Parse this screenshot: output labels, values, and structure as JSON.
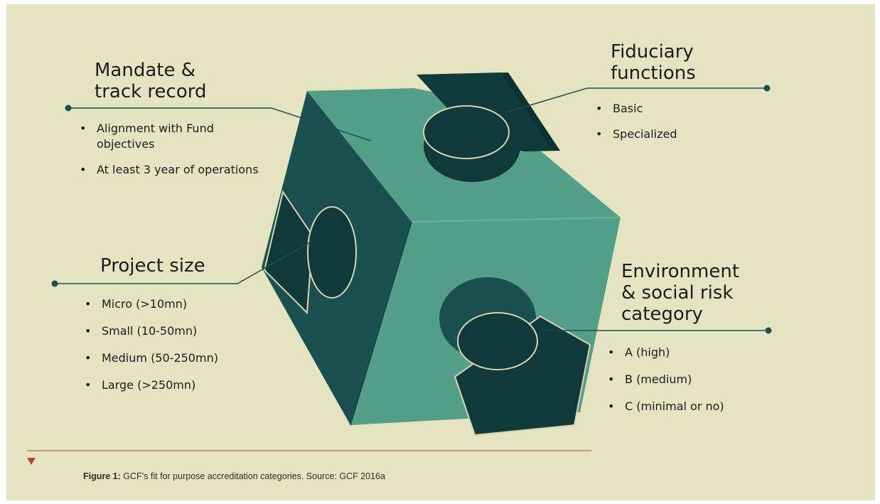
{
  "sections": {
    "mandate": {
      "title_line1": "Mandate &",
      "title_line2": "track record",
      "items": [
        "Alignment with Fund objectives",
        "At least 3 year of operations"
      ]
    },
    "fiduciary": {
      "title_line1": "Fiduciary",
      "title_line2": "functions",
      "items": [
        "Basic",
        "Specialized"
      ]
    },
    "project_size": {
      "title": "Project size",
      "items": [
        "Micro (>10mn)",
        "Small (10-50mn)",
        "Medium (50-250mn)",
        "Large (>250mn)"
      ]
    },
    "environment": {
      "title_line1": "Environment",
      "title_line2": "& social risk",
      "title_line3": "category",
      "items": [
        "A (high)",
        "B (medium)",
        "C (minimal or no)"
      ]
    }
  },
  "caption": {
    "label": "Figure 1:",
    "text": " GCF’s fit for purpose accreditation categories. Source: GCF 2016a"
  },
  "colors": {
    "background": "#e4e3c2",
    "light_face": "#559e87",
    "mid_face": "#1a504f",
    "dark_face": "#0f3a39",
    "accent_line": "#b24a2a"
  }
}
